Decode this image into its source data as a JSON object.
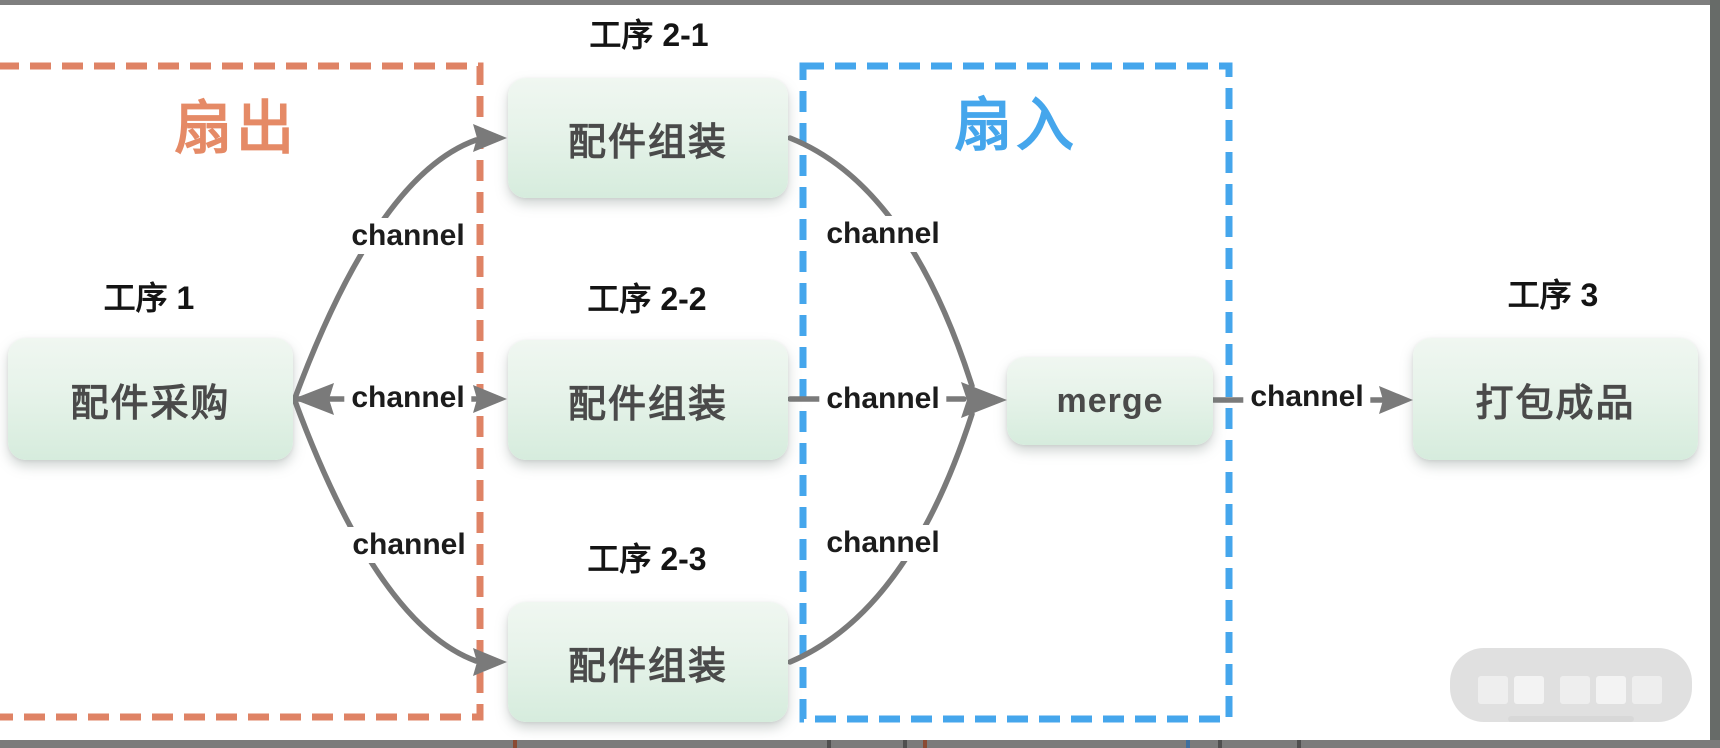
{
  "diagram": {
    "fan_out": {
      "label": "扇出",
      "color": "#e58a66"
    },
    "fan_in": {
      "label": "扇入",
      "color": "#45a6ec"
    },
    "nodes": [
      {
        "id": "procure",
        "title": "工序 1",
        "label": "配件采购"
      },
      {
        "id": "assemble-1",
        "title": "工序 2-1",
        "label": "配件组装"
      },
      {
        "id": "assemble-2",
        "title": "工序 2-2",
        "label": "配件组装"
      },
      {
        "id": "assemble-3",
        "title": "工序 2-3",
        "label": "配件组装"
      },
      {
        "id": "merge",
        "title": "",
        "label": "merge"
      },
      {
        "id": "pack",
        "title": "工序 3",
        "label": "打包成品"
      }
    ],
    "edges": [
      {
        "from": "procure",
        "to": "assemble-1",
        "label": "channel"
      },
      {
        "from": "procure",
        "to": "assemble-2",
        "label": "channel"
      },
      {
        "from": "procure",
        "to": "assemble-3",
        "label": "channel"
      },
      {
        "from": "assemble-1",
        "to": "merge",
        "label": "channel"
      },
      {
        "from": "assemble-2",
        "to": "merge",
        "label": "channel"
      },
      {
        "from": "assemble-3",
        "to": "merge",
        "label": "channel"
      },
      {
        "from": "merge",
        "to": "pack",
        "label": "channel"
      }
    ],
    "colors": {
      "node_fill_top": "#f0f7f1",
      "node_fill_bottom": "#d6ecdd",
      "node_text": "#4a4a4a",
      "edge_stroke": "#7a7a7a",
      "fan_out_dash": "#df8365",
      "fan_in_dash": "#45a6ec"
    }
  }
}
